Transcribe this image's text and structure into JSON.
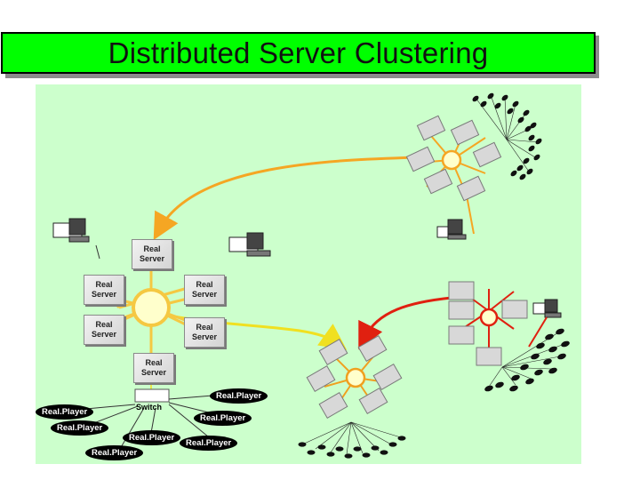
{
  "title": "Distributed Server Clustering",
  "cluster": {
    "server_label_line1": "Real",
    "server_label_line2": "Server"
  },
  "switch_label": "Switch",
  "players": [
    "Real.Player",
    "Real.Player",
    "Real.Player",
    "Real.Player",
    "Real.Player",
    "Real.Player",
    "Real.Player"
  ],
  "colors": {
    "title_bg": "#00ff00",
    "diagram_bg": "#ccffcc",
    "orange_link": "#f5a623",
    "yellow_link": "#f0e020",
    "red_link": "#e02010"
  }
}
